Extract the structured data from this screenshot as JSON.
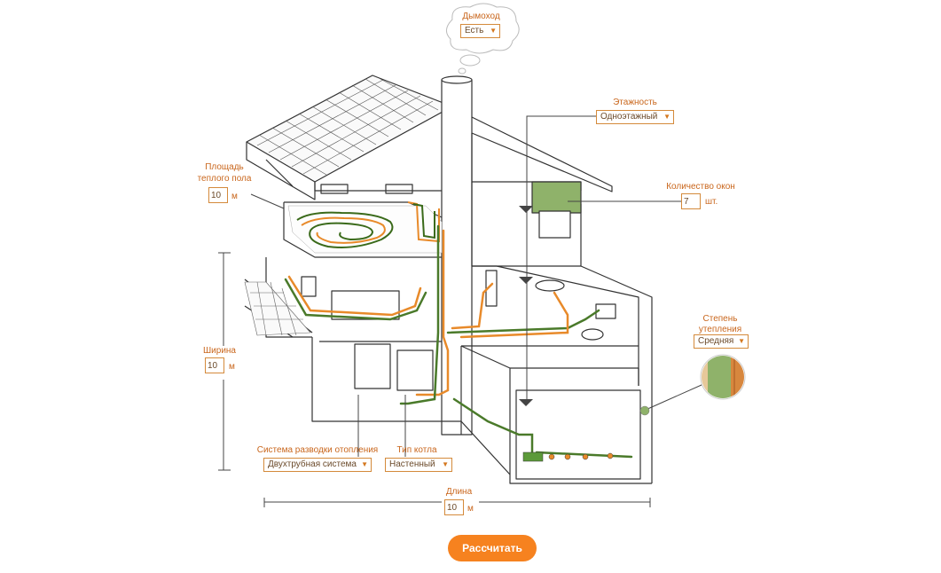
{
  "chimney": {
    "label": "Дымоход",
    "value": "Есть"
  },
  "floors": {
    "label": "Этажность",
    "value": "Одноэтажный"
  },
  "windows": {
    "label": "Количество окон",
    "value": "7",
    "unit": "шт."
  },
  "floor_area": {
    "label_line1": "Площадь",
    "label_line2": "теплого пола",
    "value": "10",
    "unit": "м"
  },
  "width": {
    "label": "Ширина",
    "value": "10",
    "unit": "м"
  },
  "insulation": {
    "label_line1": "Степень",
    "label_line2": "утепления",
    "value": "Средняя"
  },
  "heating_system": {
    "label": "Система разводки отопления",
    "value": "Двухтрубная система"
  },
  "boiler_type": {
    "label": "Тип котла",
    "value": "Настенный"
  },
  "length": {
    "label": "Длина",
    "value": "10",
    "unit": "м"
  },
  "calculate_button": "Рассчитать",
  "colors": {
    "accent": "#f6821f",
    "label": "#c9661c",
    "pipe_green": "#4a7a2a",
    "pipe_orange": "#e88a2a",
    "outline": "#333333"
  },
  "icons": [
    "dropdown-arrow-icon",
    "thought-bubble-icon",
    "insulation-wall-icon",
    "pointer-triangle-icon"
  ]
}
